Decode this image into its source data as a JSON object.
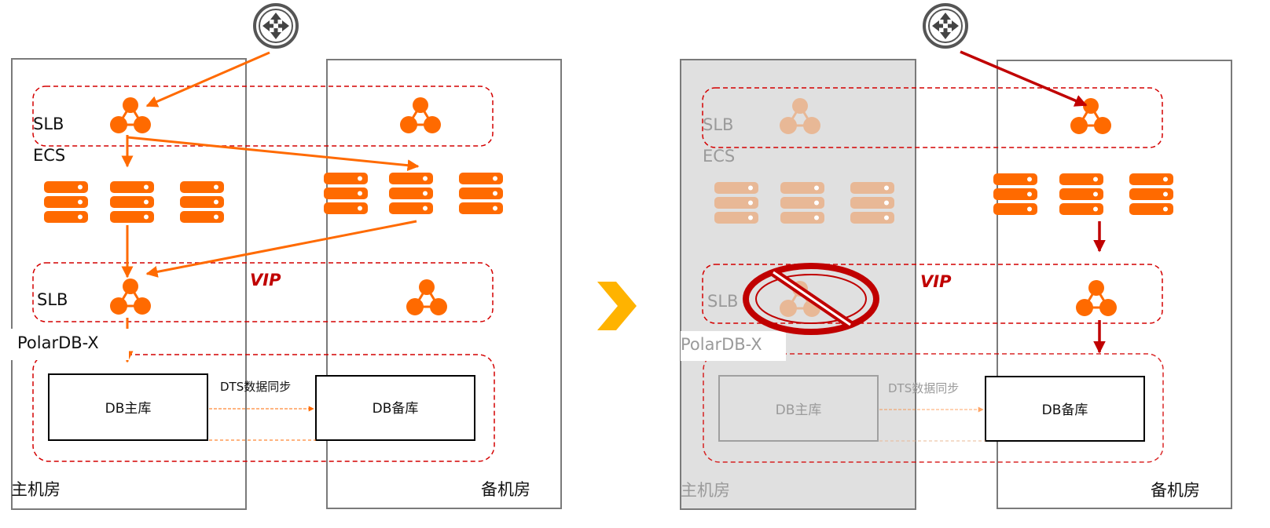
{
  "colors": {
    "orange": "#ff6a00",
    "orange_faded": "#e8b896",
    "dark_red": "#c00000",
    "dashed_red": "#d40000",
    "room_border": "#7a7a7a",
    "failed_room_fill": "#e0e0e0",
    "chevron": "#ffb300"
  },
  "left": {
    "primary_room_label": "主机房",
    "standby_room_label": "备机房",
    "slb_top_label": "SLB",
    "ecs_label": "ECS",
    "slb_bottom_label": "SLB",
    "vip_label": "VIP",
    "polardb_label": "PolarDB-X",
    "db_primary_label": "DB主库",
    "db_standby_label": "DB备库",
    "sync_label": "DTS数据同步"
  },
  "right": {
    "primary_room_label": "主机房",
    "standby_room_label": "备机房",
    "slb_top_label": "SLB",
    "ecs_label": "ECS",
    "slb_bottom_label": "SLB",
    "vip_label": "VIP",
    "polardb_label": "PolarDB-X",
    "db_primary_label": "DB主库",
    "db_standby_label": "DB备库",
    "sync_label": "DTS数据同步"
  },
  "icons": {
    "router": "router-icon",
    "load_balancer": "load-balancer-icon",
    "server": "server-stack-icon",
    "prohibited": "prohibited-icon",
    "transition": "chevron-right-icon"
  }
}
